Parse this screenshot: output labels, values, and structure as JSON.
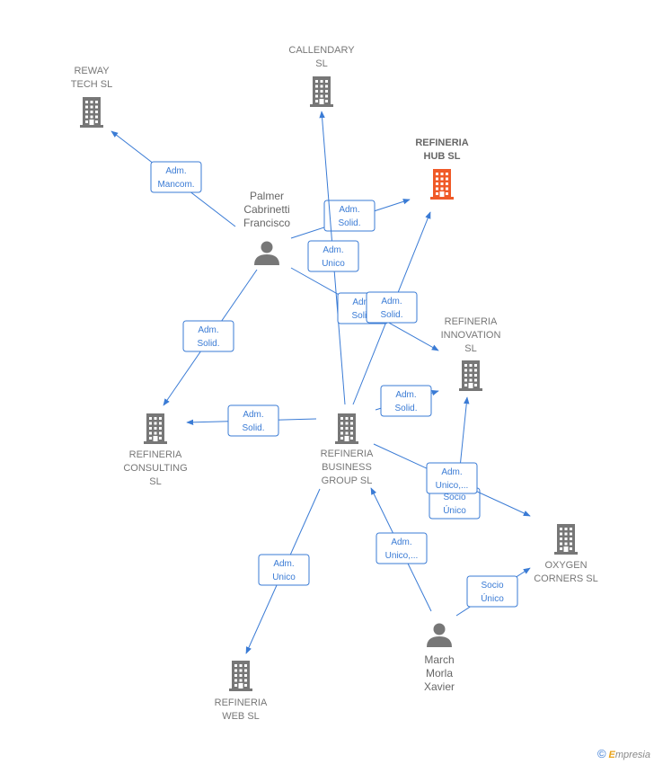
{
  "colors": {
    "edge": "#3a7bd5",
    "company": "#777777",
    "highlight": "#f05a28",
    "person": "#777777"
  },
  "nodes": [
    {
      "id": "reway",
      "type": "company",
      "lines": [
        "REWAY",
        "TECH  SL"
      ],
      "highlight": false
    },
    {
      "id": "callendary",
      "type": "company",
      "lines": [
        "CALLENDARY",
        "SL"
      ],
      "highlight": false
    },
    {
      "id": "refhub",
      "type": "company",
      "lines": [
        "REFINERIA",
        "HUB  SL"
      ],
      "highlight": true
    },
    {
      "id": "refinnov",
      "type": "company",
      "lines": [
        "REFINERIA",
        "INNOVATION",
        "SL"
      ],
      "highlight": false
    },
    {
      "id": "refcons",
      "type": "company",
      "lines": [
        "REFINERIA",
        "CONSULTING",
        "SL"
      ],
      "highlight": false
    },
    {
      "id": "refbiz",
      "type": "company",
      "lines": [
        "REFINERIA",
        "BUSINESS",
        "GROUP  SL"
      ],
      "highlight": false
    },
    {
      "id": "oxygen",
      "type": "company",
      "lines": [
        "OXYGEN",
        "CORNERS  SL"
      ],
      "highlight": false
    },
    {
      "id": "refweb",
      "type": "company",
      "lines": [
        "REFINERIA",
        "WEB SL"
      ],
      "highlight": false
    },
    {
      "id": "palmer",
      "type": "person",
      "lines": [
        "Palmer",
        "Cabrinetti",
        "Francisco"
      ]
    },
    {
      "id": "march",
      "type": "person",
      "lines": [
        "March",
        "Morla",
        "Xavier"
      ]
    }
  ],
  "edges": [
    {
      "id": "e1",
      "lines": [
        "Adm.",
        "Mancom."
      ]
    },
    {
      "id": "e2",
      "lines": [
        "Adm.",
        "Solid."
      ]
    },
    {
      "id": "e3",
      "lines": [
        "Adm.",
        "Unico"
      ]
    },
    {
      "id": "e4",
      "lines": [
        "Adm.",
        "Solid."
      ]
    },
    {
      "id": "e5",
      "lines": [
        "Adm.",
        "Solid."
      ]
    },
    {
      "id": "e6",
      "lines": [
        "Adm.",
        "Solid."
      ]
    },
    {
      "id": "e7",
      "lines": [
        "Adm.",
        "Solid."
      ]
    },
    {
      "id": "e8",
      "lines": [
        "Adm.",
        "Solid."
      ]
    },
    {
      "id": "e9",
      "lines": [
        "Socio",
        "Único"
      ]
    },
    {
      "id": "e10",
      "lines": [
        "Adm.",
        "Unico,..."
      ]
    },
    {
      "id": "e11",
      "lines": [
        "Adm.",
        "Unico"
      ]
    },
    {
      "id": "e12",
      "lines": [
        "Adm.",
        "Unico,..."
      ]
    },
    {
      "id": "e13",
      "lines": [
        "Socio",
        "Único"
      ]
    }
  ],
  "footer": {
    "copyright": "©",
    "brand_initial": "E",
    "brand_rest": "mpresia"
  }
}
